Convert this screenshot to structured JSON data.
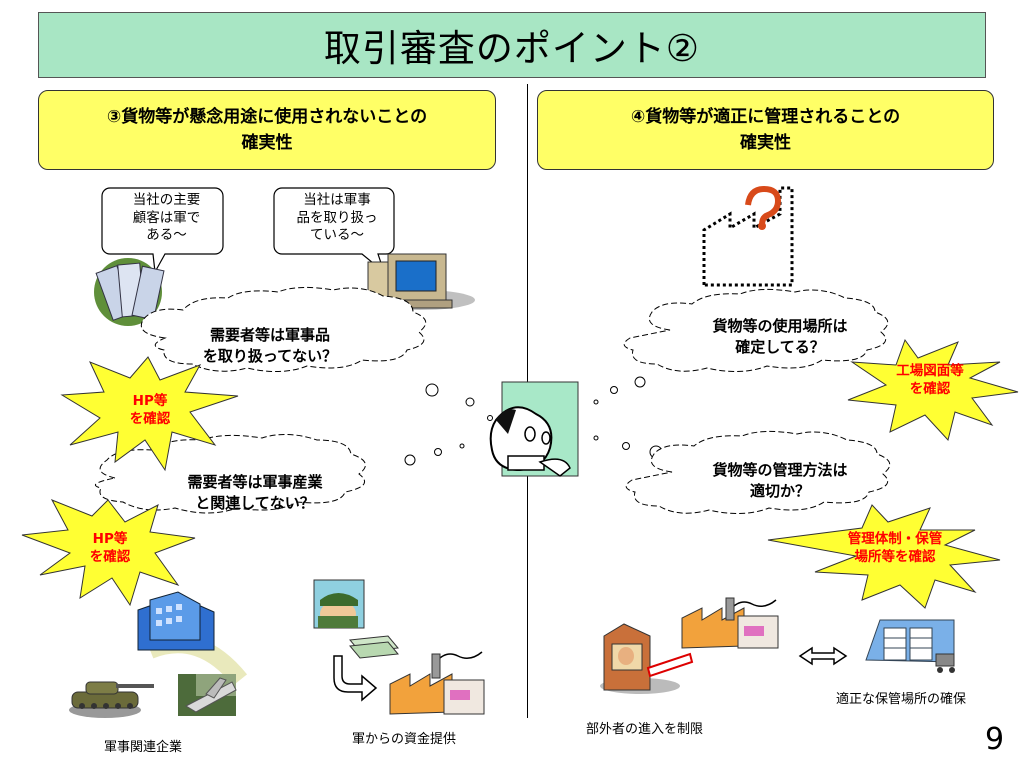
{
  "title": "取引審査のポイント②",
  "left_panel": {
    "heading_line1": "③貨物等が懸念用途に使用されないことの",
    "heading_line2": "確実性",
    "speech1": [
      "当社の主要",
      "顧客は軍で",
      "ある～"
    ],
    "speech2": [
      "当社は軍事",
      "品を取り扱っ",
      "ている～"
    ],
    "cloud1": [
      "需要者等は軍事品",
      "を取り扱ってない？"
    ],
    "star1": [
      "HP等",
      "を確認"
    ],
    "cloud2": [
      "需要者等は軍事産業",
      "と関連してない？"
    ],
    "star2": [
      "HP等",
      "を確認"
    ],
    "caption1": "軍事関連企業",
    "caption2": "軍からの資金提供"
  },
  "right_panel": {
    "heading_line1": "④貨物等が適正に管理されることの",
    "heading_line2": "確実性",
    "cloud1": [
      "貨物等の使用場所は",
      "確定してる？"
    ],
    "star1": [
      "工場図面等",
      "を確認"
    ],
    "cloud2": [
      "貨物等の管理方法は",
      "適切か？"
    ],
    "star2": [
      "管理体制・保管",
      "場所等を確認"
    ],
    "caption1": "部外者の進入を制限",
    "caption2": "適正な保管場所の確保"
  },
  "page_number": "9",
  "colors": {
    "title_bg": "#a8e6c4",
    "heading_bg": "#ffff66",
    "star_fill": "#ffff33",
    "star_text": "#ff0000"
  }
}
